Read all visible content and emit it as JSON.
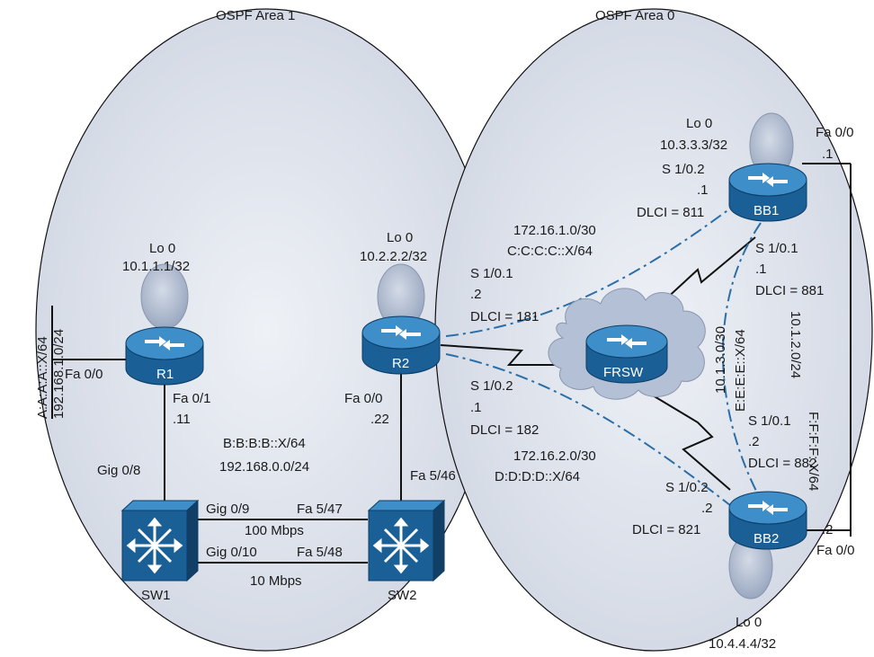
{
  "areas": {
    "area1_title": "OSPF Area 1",
    "area0_title": "OSPF Area 0"
  },
  "devices": {
    "r1": "R1",
    "r2": "R2",
    "frsw": "FRSW",
    "bb1": "BB1",
    "bb2": "BB2",
    "sw1": "SW1",
    "sw2": "SW2"
  },
  "r1": {
    "lo_name": "Lo 0",
    "lo_addr": "10.1.1.1/32",
    "fa00": "Fa 0/0",
    "fa01": "Fa 0/1",
    "fa01_host": ".11"
  },
  "lan_left": {
    "ipv6": "A:A:A:A::X/64",
    "ipv4": "192.168.1.0/24"
  },
  "r2": {
    "lo_name": "Lo 0",
    "lo_addr": "10.2.2.2/32",
    "fa00": "Fa 0/0",
    "fa00_host": ".22",
    "s101": "S 1/0.1",
    "s101_host": ".2",
    "s101_dlci": "DLCI = 181",
    "s102": "S 1/0.2",
    "s102_host": ".1",
    "s102_dlci": "DLCI = 182"
  },
  "switch_links": {
    "sw1_gig08": "Gig 0/8",
    "sw1_gig09": "Gig 0/9",
    "sw1_gig010": "Gig 0/10",
    "sw2_fa546": "Fa 5/46",
    "sw2_fa547": "Fa 5/47",
    "sw2_fa548": "Fa 5/48",
    "speed_100": "100 Mbps",
    "speed_10": "10 Mbps",
    "subnet_ipv6": "B:B:B:B::X/64",
    "subnet_ipv4": "192.168.0.0/24"
  },
  "link_r2_bb1": {
    "ipv4": "172.16.1.0/30",
    "ipv6": "C:C:C:C::X/64"
  },
  "link_r2_bb2": {
    "ipv4": "172.16.2.0/30",
    "ipv6": "D:D:D:D::X/64"
  },
  "link_bb1_bb2": {
    "ipv4": "10.1.3.0/30",
    "ipv6": "E:E:E:E::X/64"
  },
  "lan_right": {
    "ipv6": "F:F:F:F::X/64",
    "ipv4": "10.1.2.0/24"
  },
  "bb1": {
    "lo_name": "Lo 0",
    "lo_addr": "10.3.3.3/32",
    "fa00": "Fa 0/0",
    "fa00_host": ".1",
    "s102": "S 1/0.2",
    "s102_host": ".1",
    "s102_dlci": "DLCI = 811",
    "s101": "S 1/0.1",
    "s101_host": ".1",
    "s101_dlci": "DLCI = 881"
  },
  "bb2": {
    "lo_name": "Lo 0",
    "lo_addr": "10.4.4.4/32",
    "fa00": "Fa 0/0",
    "fa00_host": ".2",
    "s101": "S 1/0.1",
    "s101_host": ".2",
    "s101_dlci": "DLCI = 882",
    "s102": "S 1/0.2",
    "s102_host": ".2",
    "s102_dlci": "DLCI = 821"
  },
  "colors": {
    "area_fill": "#dde2ec",
    "area_stroke": "#111111",
    "router_blue": "#1a5f96",
    "router_top": "#3d8ec9",
    "loopback_fill": "#b4c0d4",
    "frame_relay_dash": "#2a6ea8",
    "cloud_fill": "#b4c0d6"
  }
}
